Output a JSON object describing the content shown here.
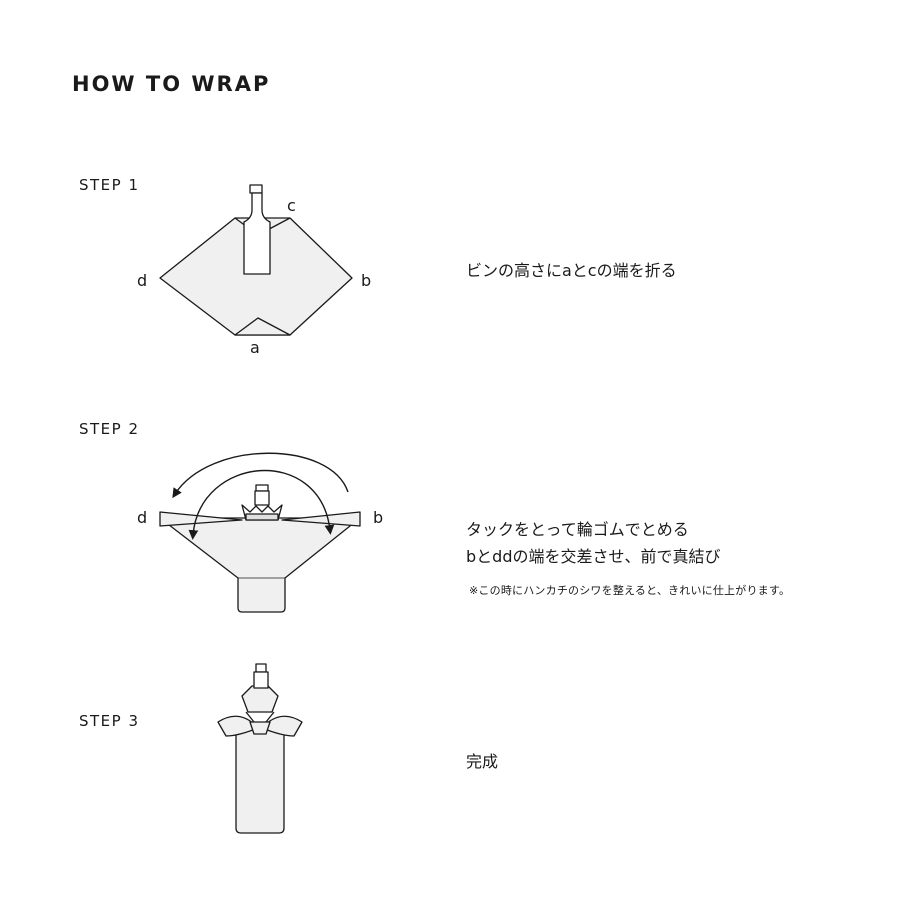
{
  "title": "HOW TO WRAP",
  "steps": [
    {
      "label": "STEP 1",
      "text": "ビンの高さにaとcの端を折る",
      "corners": {
        "a": "a",
        "b": "b",
        "c": "c",
        "d": "d"
      }
    },
    {
      "label": "STEP 2",
      "text_line1": "タックをとって輪ゴムでとめる",
      "text_line2": "bとddの端を交差させ、前で真結び",
      "note": "※この時にハンカチのシワを整えると、きれいに仕上がります。",
      "corners": {
        "b": "b",
        "d": "d"
      }
    },
    {
      "label": "STEP 3",
      "text": "完成"
    }
  ],
  "colors": {
    "fill": "#f0f0f0",
    "stroke": "#1a1a1a",
    "band": "#e8e8e8"
  }
}
